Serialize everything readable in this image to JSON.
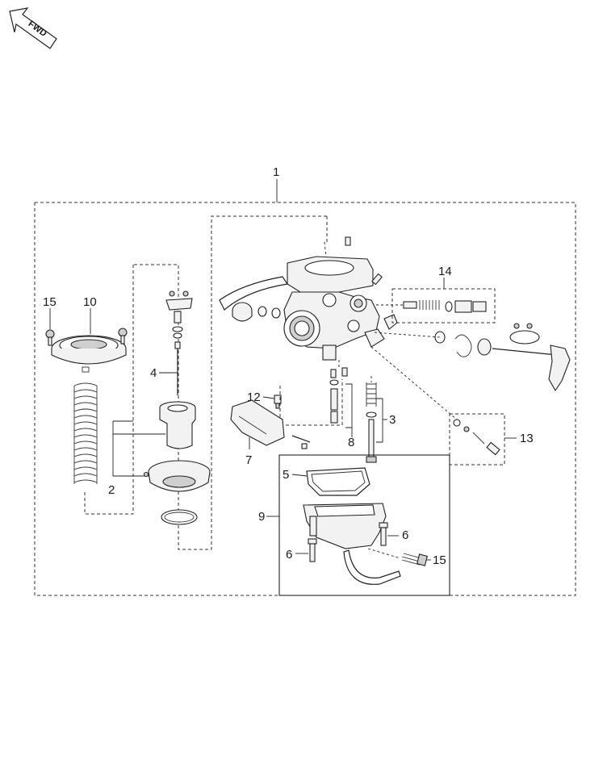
{
  "orientation": {
    "label": "FWD",
    "icon": "forward-arrow-icon"
  },
  "callouts": {
    "c1": "1",
    "c2": "2",
    "c3": "3",
    "c4": "4",
    "c5": "5",
    "c6a": "6",
    "c6b": "6",
    "c7": "7",
    "c8": "8",
    "c9": "9",
    "c10": "10",
    "c12": "12",
    "c13": "13",
    "c14": "14",
    "c15a": "15",
    "c15b": "15"
  }
}
